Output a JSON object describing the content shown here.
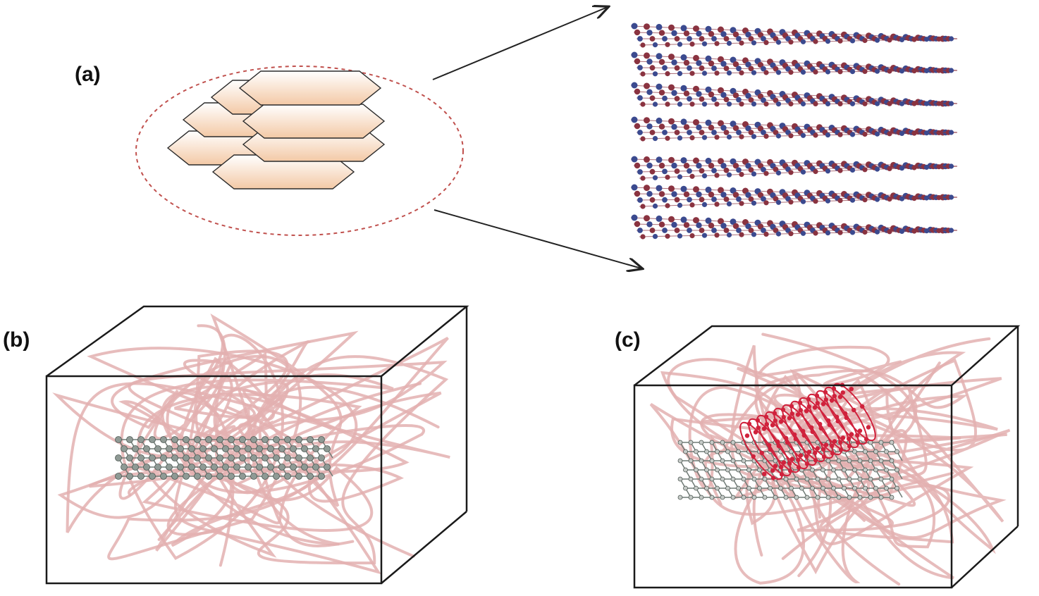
{
  "labels": {
    "a": "(a)",
    "b": "(b)",
    "c": "(c)"
  },
  "colors": {
    "platelet_fill": "#f6d3b6",
    "platelet_stroke": "#2a2a2a",
    "ellipse_dash": "#c0504d",
    "polymer_chain": "#e3b0b0",
    "box_edge": "#1a1a1a",
    "atom_red": "#8a3340",
    "atom_blue": "#3b4a8f",
    "graphene_atom": "#8f9a95",
    "nanotube_red": "#d0223c"
  },
  "icons": {
    "arrow": "arrow-icon",
    "platelet": "hexagon-platelet"
  }
}
